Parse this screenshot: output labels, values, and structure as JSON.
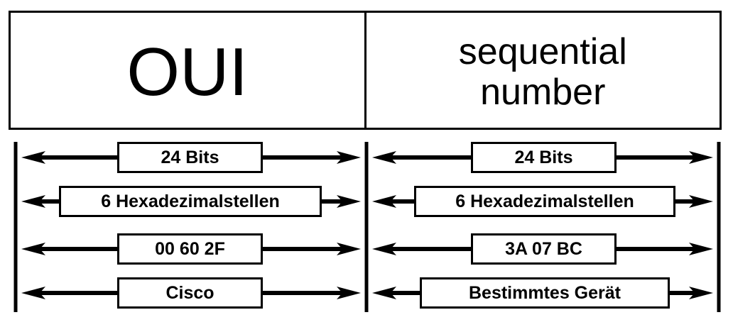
{
  "header": {
    "oui_label": "OUI",
    "sequential_label": "sequential number"
  },
  "rows": {
    "left": [
      "24 Bits",
      "6 Hexadezimalstellen",
      "00 60 2F",
      "Cisco"
    ],
    "right": [
      "24 Bits",
      "6 Hexadezimalstellen",
      "3A 07 BC",
      "Bestimmtes Gerät"
    ]
  }
}
